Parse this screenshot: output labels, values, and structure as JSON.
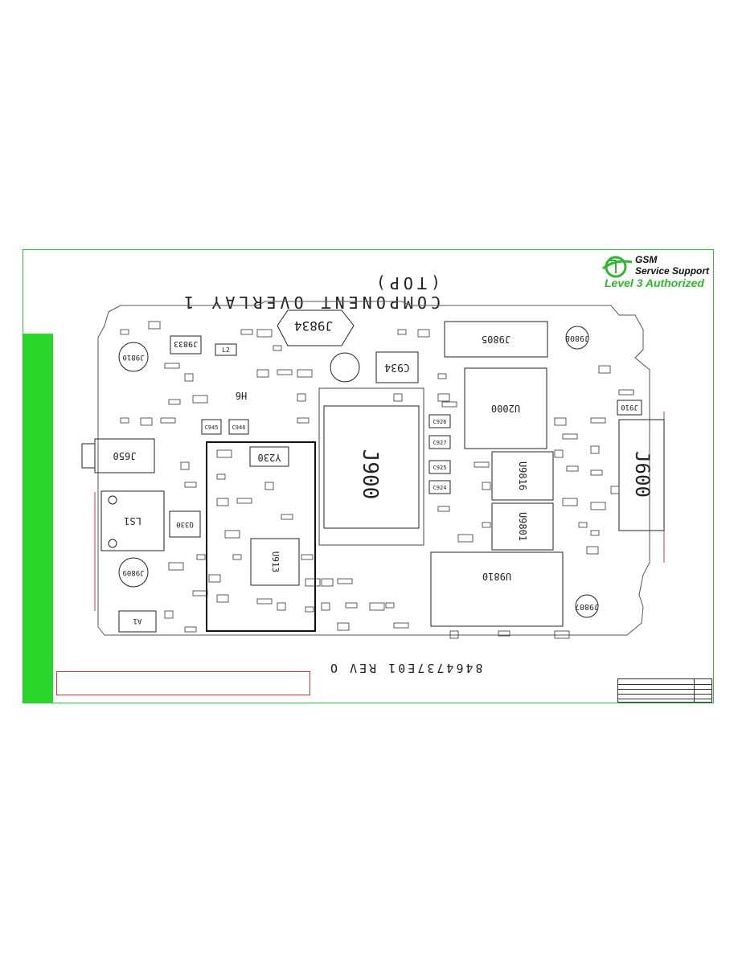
{
  "title": "COMPONENT OVERLAY 1 (TOP)",
  "footer": "8464737E01 REV O",
  "logo": {
    "line1": "GSM",
    "line2": "Service Support",
    "line3": "Level 3 Authorized",
    "icon": "globe-swoosh-icon"
  },
  "colors": {
    "border": "#2fbf3a",
    "side_bar": "#29d629",
    "logo_green": "#2db82d",
    "note_box": "#dd3333"
  },
  "components": {
    "j9834": "J9834",
    "j9805": "J9805",
    "j9810": "J9810",
    "j9833": "J9833",
    "j650": "J650",
    "ls1": "LS1",
    "q330": "Q330",
    "j9809": "J9809",
    "y230": "Y230",
    "u913": "U913",
    "j900": "J900",
    "c934": "C934",
    "u2000": "U2000",
    "u9816": "U9816",
    "u9801": "U9801",
    "u9810": "U9810",
    "j9807": "J9807",
    "j9808": "J9808",
    "j910": "J910",
    "j600": "J600",
    "c945": "C945",
    "c946": "C946",
    "c926": "C926",
    "c927": "C927",
    "c925": "C925",
    "c924": "C924",
    "a1": "A1",
    "h6": "H6",
    "l2": "L2"
  }
}
